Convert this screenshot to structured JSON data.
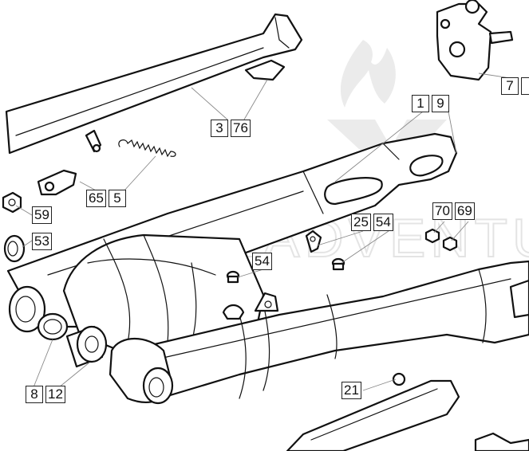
{
  "watermark": {
    "text": "LEADVENTUR"
  },
  "callouts": [
    {
      "id": "c-3-76",
      "labels": [
        "3",
        "76"
      ]
    },
    {
      "id": "c-1-9",
      "labels": [
        "1",
        "9"
      ]
    },
    {
      "id": "c-7",
      "labels": [
        "7"
      ]
    },
    {
      "id": "c-65-5",
      "labels": [
        "65",
        "5"
      ]
    },
    {
      "id": "c-59",
      "labels": [
        "59"
      ]
    },
    {
      "id": "c-53",
      "labels": [
        "53"
      ]
    },
    {
      "id": "c-70-69",
      "labels": [
        "70",
        "69"
      ]
    },
    {
      "id": "c-25-54",
      "labels": [
        "25",
        "54"
      ]
    },
    {
      "id": "c-54",
      "labels": [
        "54"
      ]
    },
    {
      "id": "c-8-12",
      "labels": [
        "8",
        "12"
      ]
    },
    {
      "id": "c-21",
      "labels": [
        "21"
      ]
    }
  ]
}
